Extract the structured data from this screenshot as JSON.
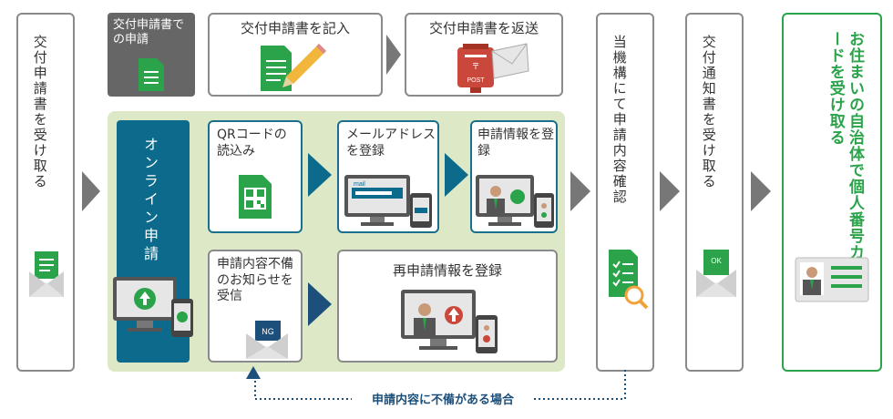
{
  "steps": {
    "receive_form": "交付申請書を受け取る",
    "paper_label": "交付申請書での申請",
    "fill_form": "交付申請書を記入",
    "return_form": "交付申請書を返送",
    "post_label": "POST",
    "online": "オンライン申請",
    "qr": "QRコードの読込み",
    "mail_register": "メールアドレスを登録",
    "mail_word": "mail",
    "info_register": "申請情報を登録",
    "deficiency_notice": "申請内容不備のお知らせを受信",
    "ng_label": "NG",
    "reregister": "再申請情報を登録",
    "confirm": "当機構にて申請内容確認",
    "receive_notice": "交付通知書を受け取る",
    "ok_label": "OK",
    "final": "お住まいの自治体で個人番号カードを受け取る"
  },
  "loop_label": "申請内容に不備がある場合",
  "colors": {
    "green": "#2aa34a",
    "teal": "#0c6b8c",
    "gray": "#777777",
    "light_green": "#dde9c6"
  }
}
